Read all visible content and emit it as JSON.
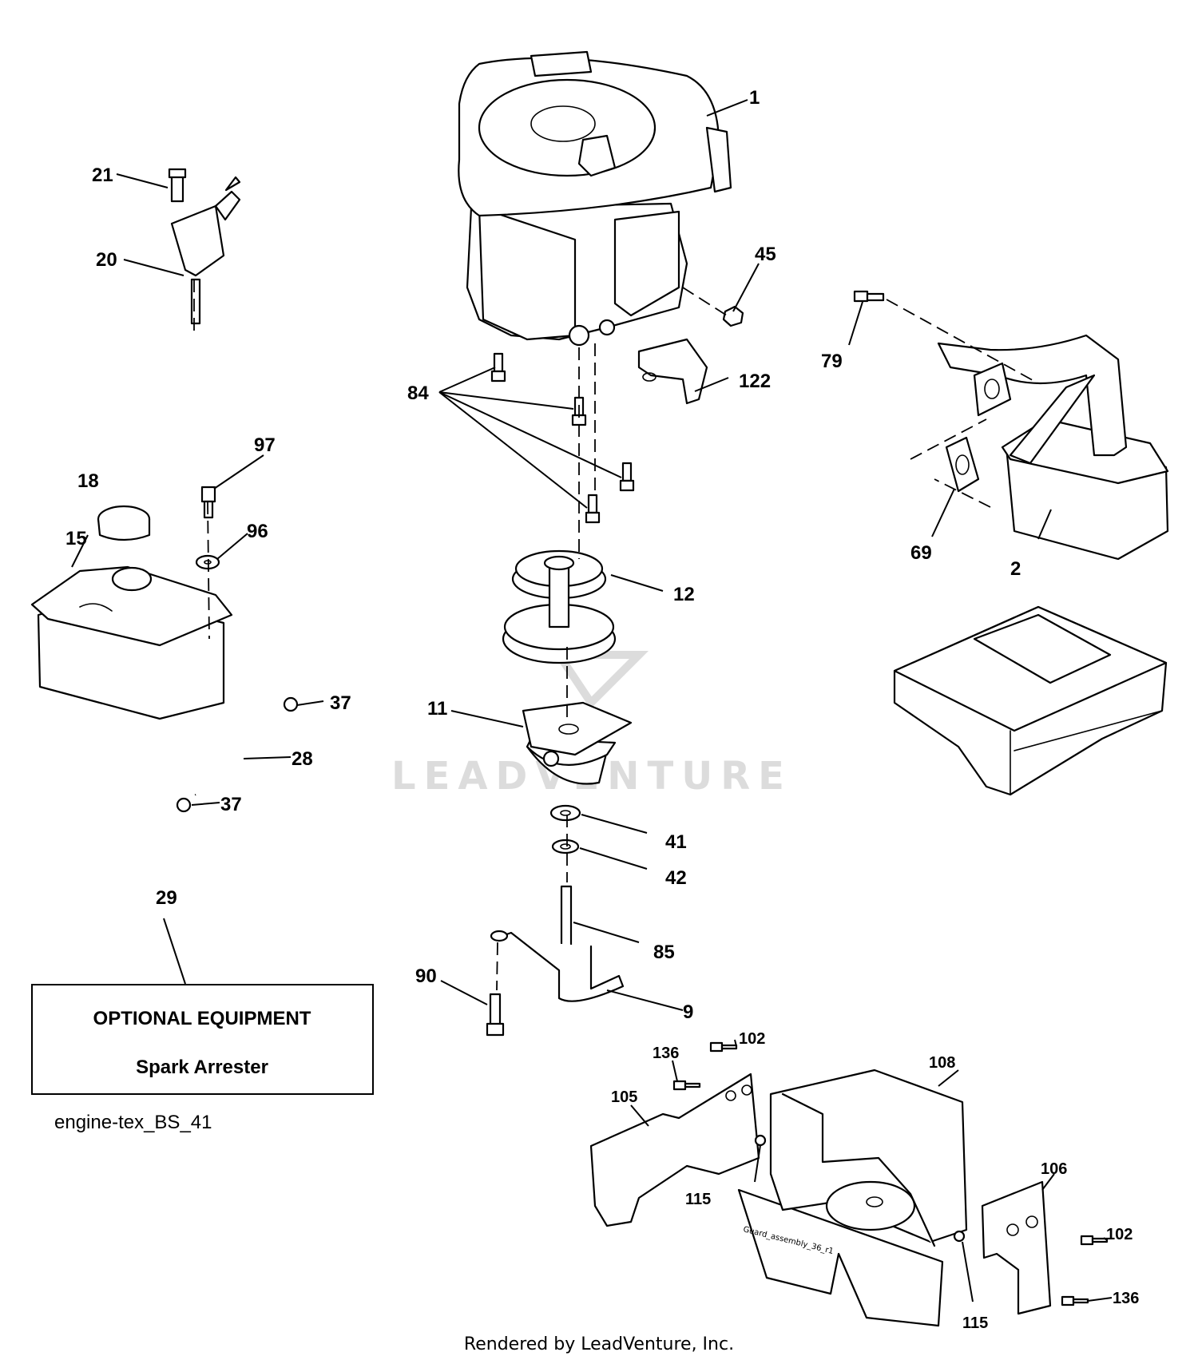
{
  "callouts": [
    {
      "id": "c1",
      "label": "1"
    },
    {
      "id": "c2",
      "label": "2"
    },
    {
      "id": "c9",
      "label": "9"
    },
    {
      "id": "c11",
      "label": "11"
    },
    {
      "id": "c12",
      "label": "12"
    },
    {
      "id": "c15",
      "label": "15"
    },
    {
      "id": "c18",
      "label": "18"
    },
    {
      "id": "c20",
      "label": "20"
    },
    {
      "id": "c21",
      "label": "21"
    },
    {
      "id": "c28",
      "label": "28"
    },
    {
      "id": "c29",
      "label": "29"
    },
    {
      "id": "c37a",
      "label": "37"
    },
    {
      "id": "c37b",
      "label": "37"
    },
    {
      "id": "c41",
      "label": "41"
    },
    {
      "id": "c42",
      "label": "42"
    },
    {
      "id": "c45",
      "label": "45"
    },
    {
      "id": "c69",
      "label": "69"
    },
    {
      "id": "c79",
      "label": "79"
    },
    {
      "id": "c84",
      "label": "84"
    },
    {
      "id": "c85",
      "label": "85"
    },
    {
      "id": "c90",
      "label": "90"
    },
    {
      "id": "c96",
      "label": "96"
    },
    {
      "id": "c97",
      "label": "97"
    },
    {
      "id": "c102a",
      "label": "102"
    },
    {
      "id": "c102b",
      "label": "102"
    },
    {
      "id": "c105",
      "label": "105"
    },
    {
      "id": "c106",
      "label": "106"
    },
    {
      "id": "c108",
      "label": "108"
    },
    {
      "id": "c115a",
      "label": "115"
    },
    {
      "id": "c115b",
      "label": "115"
    },
    {
      "id": "c122",
      "label": "122"
    },
    {
      "id": "c136a",
      "label": "136"
    },
    {
      "id": "c136b",
      "label": "136"
    }
  ],
  "optional_box": {
    "heading": "OPTIONAL EQUIPMENT",
    "item": "Spark Arrester"
  },
  "diagram_code": "engine-tex_BS_41",
  "guard_label": "Guard_assembly_36_r1",
  "watermark": "LEADVENTURE",
  "footer": "Rendered by LeadVenture, Inc."
}
